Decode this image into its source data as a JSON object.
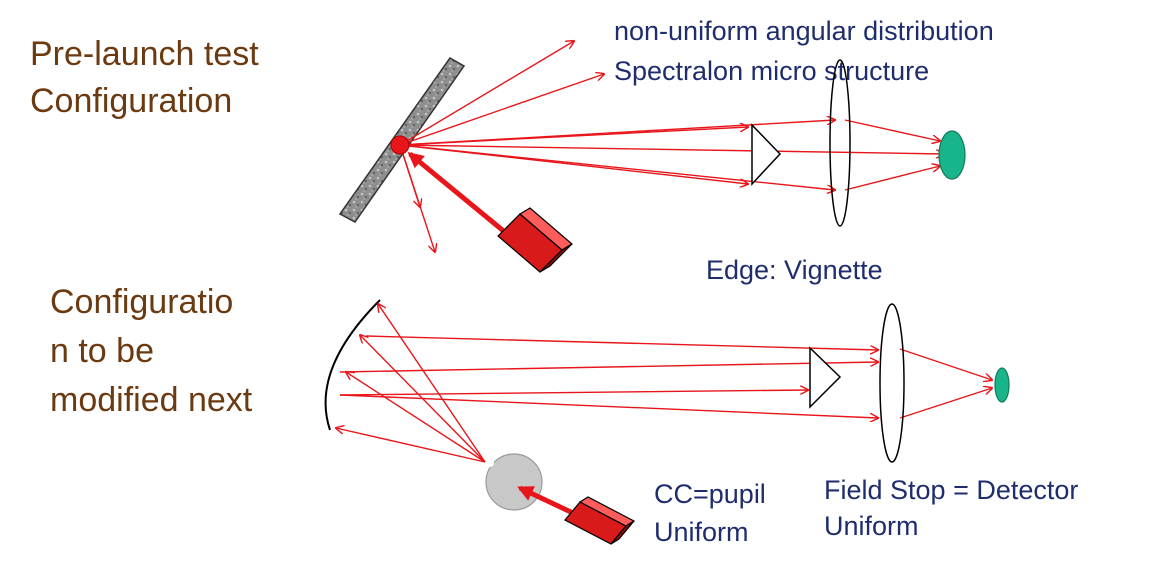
{
  "labels": {
    "prelaunch_line1": "Pre-launch test",
    "prelaunch_line2": "Configuration",
    "next_line1": "Configuratio",
    "next_line2": "n to be",
    "next_line3": "modified next",
    "nonuniform": "non-uniform angular distribution",
    "spectralon": "Spectralon micro structure",
    "edge_vignette": "Edge: Vignette",
    "cc_pupil": "CC=pupil",
    "cc_uniform": "Uniform",
    "field_stop": "Field Stop = Detector",
    "field_uniform": "Uniform"
  },
  "colors": {
    "ray": "#E8161B",
    "laser": "#D81A1A",
    "detector": "#19B58A",
    "diffuser": "#8A8A8A",
    "sphere": "#C8C8C8",
    "title_text": "#6B3A10",
    "annotation_text": "#1F2D6E"
  }
}
